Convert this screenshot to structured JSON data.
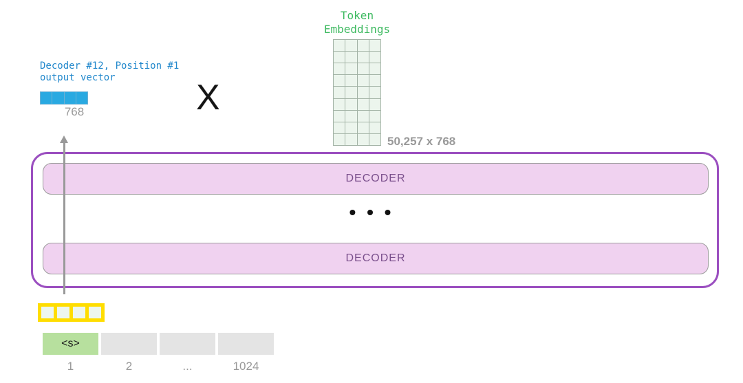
{
  "colors": {
    "green_text": "#3cb95f",
    "grid_fill": "#ecf5ed",
    "grid_border": "#a3b3a6",
    "blue_text": "#2288cc",
    "blue_cell": "#29a9e1",
    "blue_cell_border": "#6fb0d4",
    "gray_label": "#999999",
    "purple_border": "#9b4fc0",
    "pink_fill": "#f0d2f0",
    "decoder_text": "#7a4f8c",
    "yellow_border": "#ffdd00",
    "yellow_cell_fill": "#edf6ee",
    "token_start_fill": "#b7e09e",
    "token_cell_fill": "#e4e4e4",
    "arrow_gray": "#999999"
  },
  "embeddings": {
    "title": "Token\nEmbeddings",
    "dims_label": "50,257 x 768",
    "rows": 9,
    "cols": 4
  },
  "output_vector": {
    "label": "Decoder #12, Position #1\noutput vector",
    "size_label": "768",
    "cells": 4
  },
  "multiply_symbol": "X",
  "decoder_stack": {
    "layers": [
      {
        "label": "DECODER"
      },
      {
        "label": "DECODER"
      }
    ],
    "ellipsis": "• • •"
  },
  "input_vector": {
    "cells": 4
  },
  "token_row": {
    "tokens": [
      {
        "label": "<s>",
        "type": "start"
      },
      {
        "label": "",
        "type": "empty"
      },
      {
        "label": "",
        "type": "empty"
      },
      {
        "label": "",
        "type": "empty"
      }
    ],
    "positions": [
      "1",
      "2",
      "...",
      "1024"
    ]
  }
}
